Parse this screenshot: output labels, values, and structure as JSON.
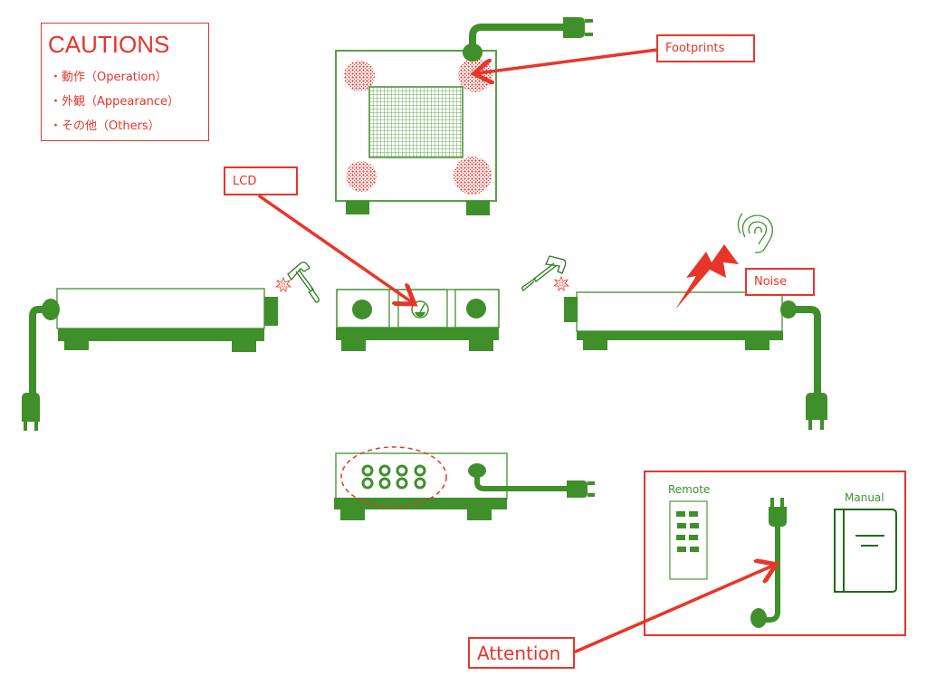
{
  "colors": {
    "green": "#3f8f2a",
    "green_light": "#5aa048",
    "dark_green": "#1f6b1a",
    "red": "#e8352a"
  },
  "cautions": {
    "title": "CAUTIONS",
    "items": [
      "・動作（Operation）",
      "・外観（Appearance）",
      "・その他（Others）"
    ]
  },
  "callouts": {
    "footprints": "Footprints",
    "lcd": "LCD",
    "noise": "Noise",
    "attention": "Attention"
  },
  "accessories": {
    "remote": "Remote",
    "manual": "Manual"
  },
  "icons": {
    "plug": "power-plug-icon",
    "hammer": "hammer-icon",
    "impact": "impact-star-icon",
    "ear": "ear-icon",
    "lightning": "lightning-bolt-icon",
    "gauge": "gauge-icon",
    "book": "manual-book-icon",
    "remote": "remote-control-icon"
  }
}
